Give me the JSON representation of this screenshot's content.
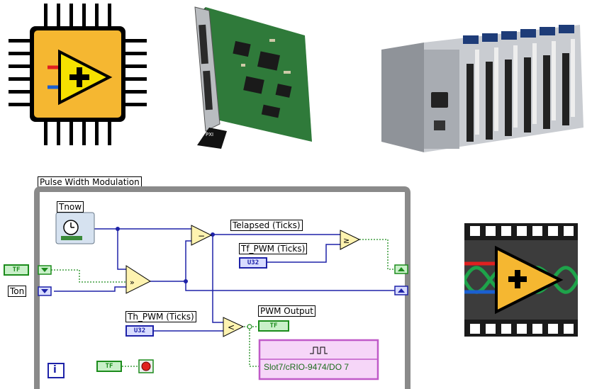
{
  "diagram": {
    "title": "Pulse Width Modulation",
    "tnow_label": "Tnow",
    "telapsed_label": "Telapsed (Ticks)",
    "tf_pwm_label": "Tf_PWM (Ticks)",
    "th_pwm_label": "Th_PWM (Ticks)",
    "pwm_output_label": "PWM Output",
    "ton_label": "Ton",
    "u32_text": "U32",
    "tf_text": "TF",
    "io_node_label": "Slot7/cRIO-9474/DO 7",
    "iteration_text": "i"
  },
  "colors": {
    "loop_gray": "#8a8a8a",
    "wire_blue": "#1e22a8",
    "wire_green": "#1c8c1c",
    "node_yellow": "#fef3b0",
    "io_purple": "#c05ac8",
    "io_fill": "#f6d6f8",
    "chip_orange": "#f5b731"
  }
}
